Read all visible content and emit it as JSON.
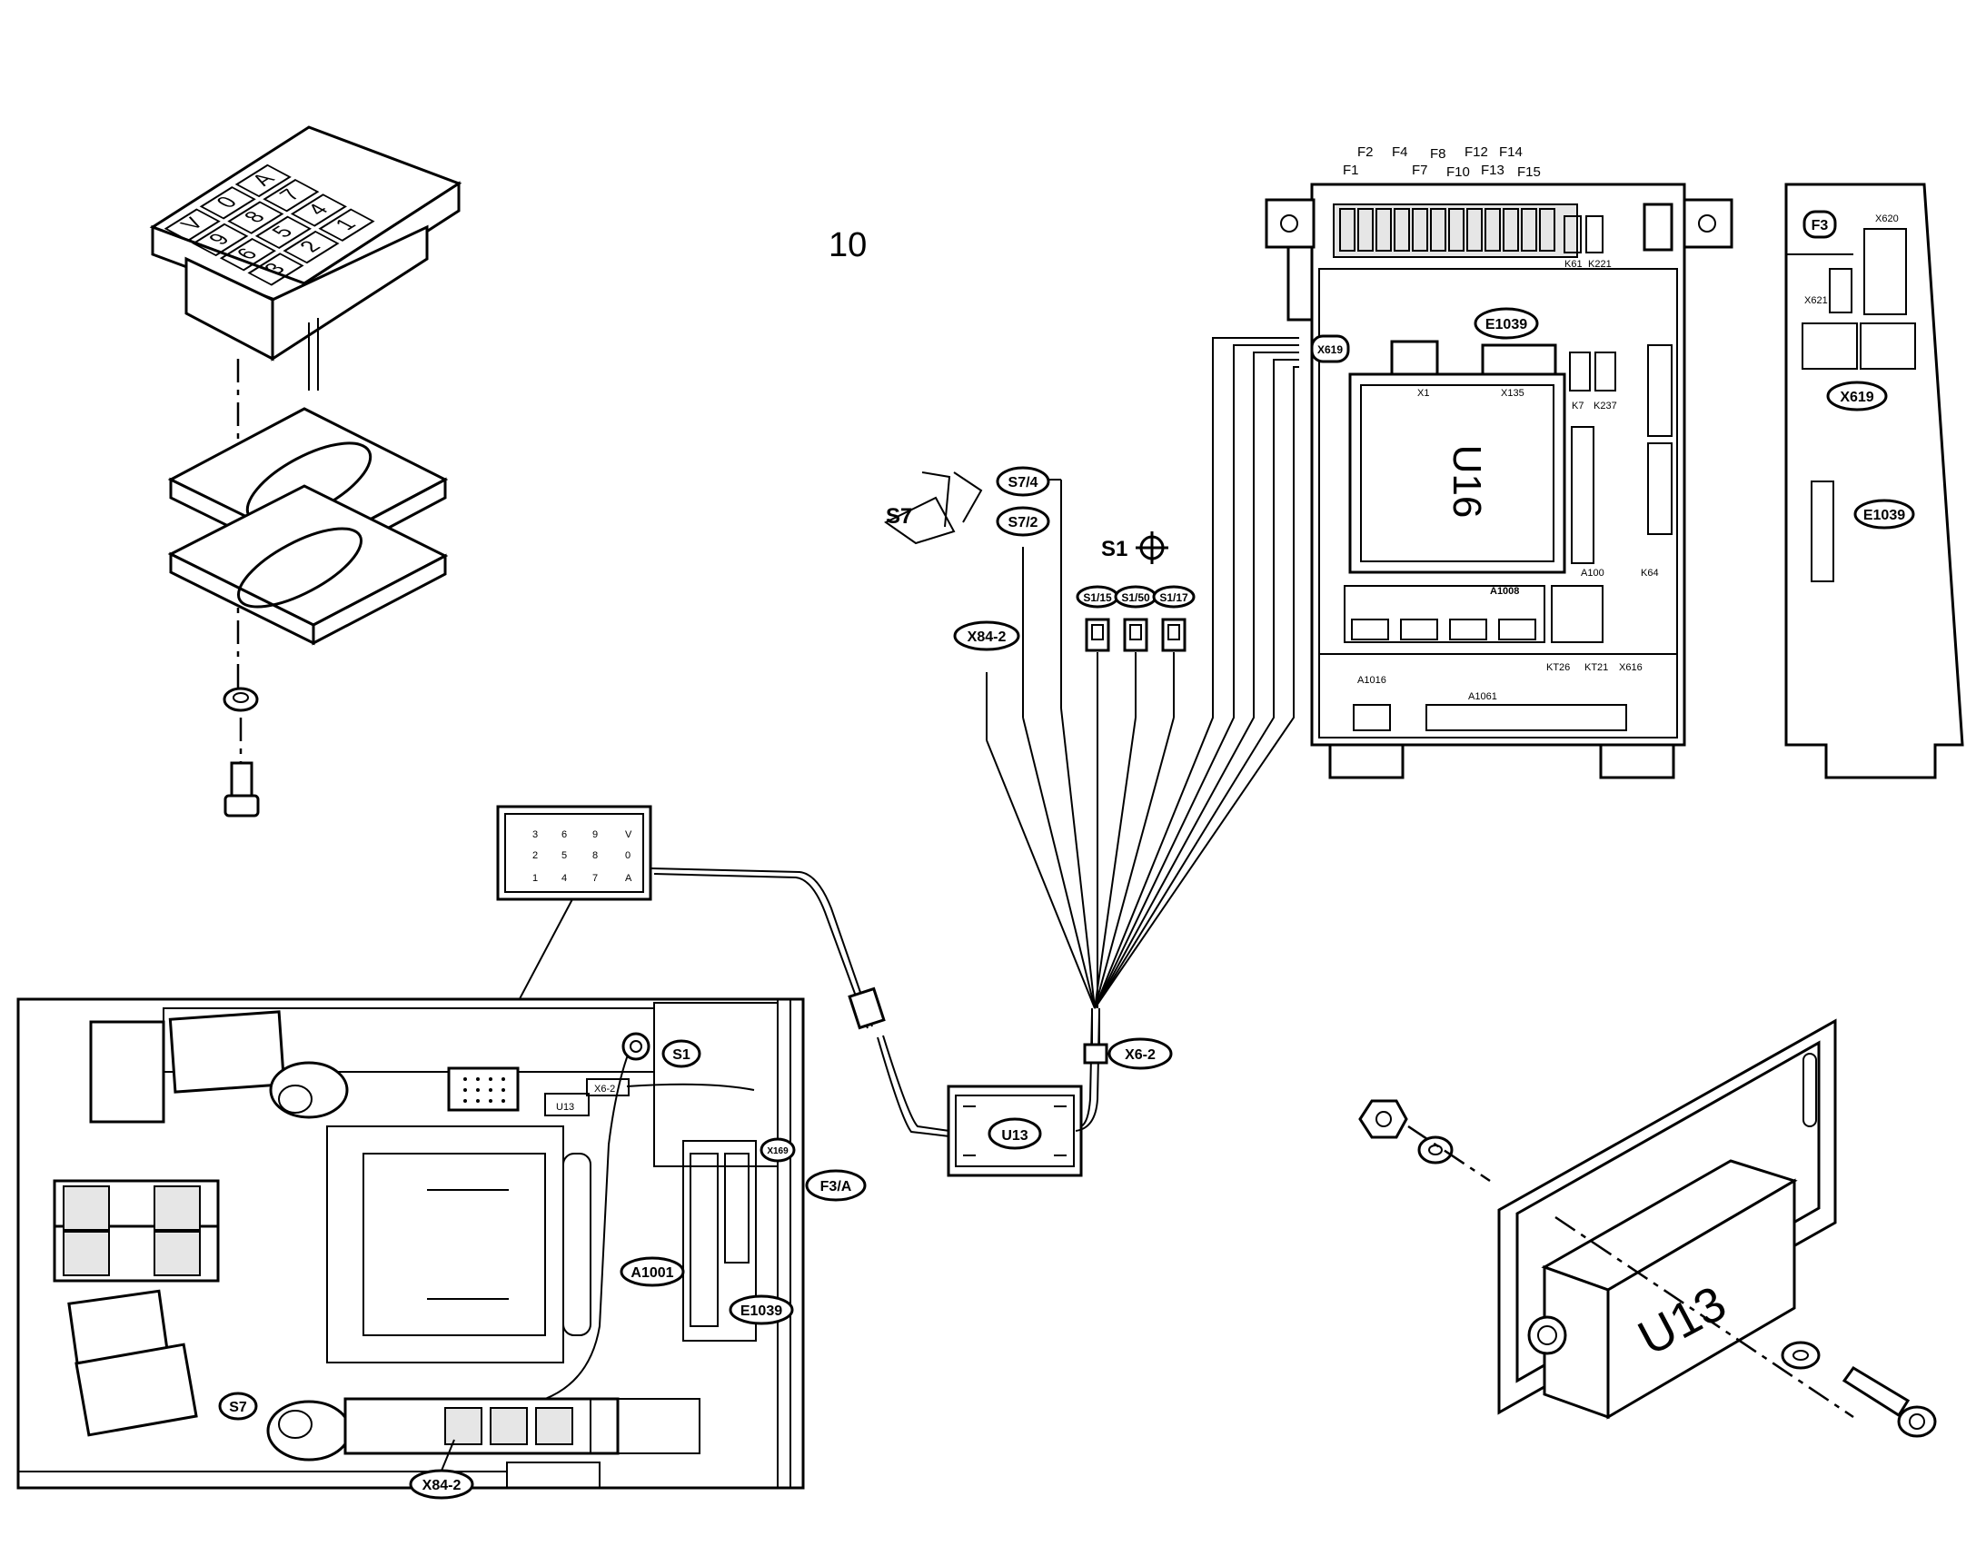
{
  "figure_number": "10",
  "keypad": {
    "keys_top_row": [
      "V",
      "0",
      "A"
    ],
    "keys_mid_row": [
      "9",
      "8",
      "7"
    ],
    "keys_mid2_row": [
      "6",
      "5",
      "4"
    ],
    "keys_bottom_row": [
      "3",
      "2",
      "1"
    ]
  },
  "keypad_label": {
    "row1": [
      "3",
      "6",
      "9",
      "V"
    ],
    "row2": [
      "2",
      "5",
      "8",
      "0"
    ],
    "row3": [
      "1",
      "4",
      "7",
      "A"
    ]
  },
  "labels": {
    "s7": "S7",
    "s1": "S1",
    "s7_4": "S7/4",
    "s7_2": "S7/2",
    "x84_2": "X84-2",
    "s1_15": "S1/15",
    "s1_50": "S1/50",
    "s1_17": "S1/17",
    "x6_2": "X6-2",
    "u13": "U13",
    "x619": "X619",
    "e1039": "E1039",
    "a1001": "A1001",
    "f3a": "F3/A",
    "f3": "F3",
    "x169": "X169",
    "u16": "U16",
    "u13_part": "U13"
  },
  "cabinet_labels": {
    "fuses_row1": [
      "F2",
      "F4",
      "F8",
      "F12",
      "F14"
    ],
    "fuses_row2": [
      "F1",
      "F7",
      "F10",
      "F13",
      "F15"
    ],
    "k61": "K61",
    "k221": "K221",
    "x1": "X1",
    "x135": "X135",
    "k7": "K7",
    "k237": "K237",
    "a100": "A100",
    "k64": "K64",
    "a1008": "A1008",
    "kt26": "KT26",
    "kt21": "KT21",
    "x616": "X616",
    "a1016": "A1016",
    "a1061": "A1061",
    "x620": "X620",
    "x621": "X621"
  },
  "floor_plan_labels": {
    "x6_2": "X6-2",
    "u13": "U13"
  }
}
